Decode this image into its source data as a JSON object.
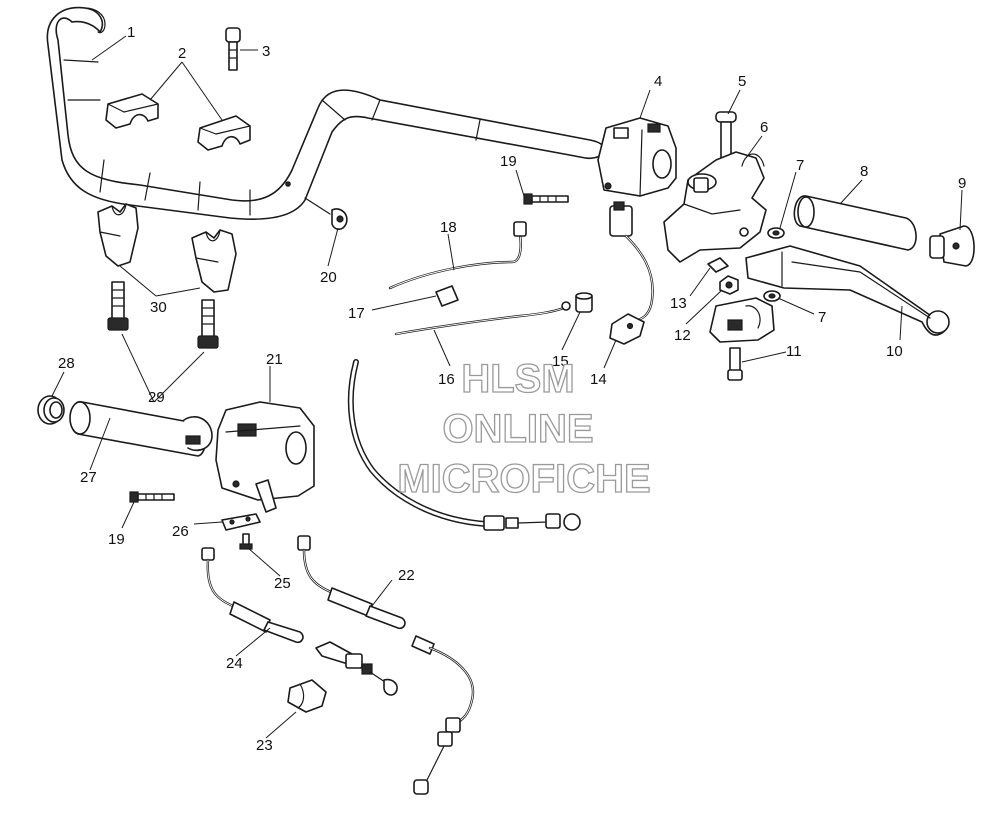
{
  "diagram": {
    "callouts": [
      {
        "id": "c1",
        "label": "1"
      },
      {
        "id": "c2",
        "label": "2"
      },
      {
        "id": "c3",
        "label": "3"
      },
      {
        "id": "c4",
        "label": "4"
      },
      {
        "id": "c5",
        "label": "5"
      },
      {
        "id": "c6",
        "label": "6"
      },
      {
        "id": "c7a",
        "label": "7"
      },
      {
        "id": "c7b",
        "label": "7"
      },
      {
        "id": "c8",
        "label": "8"
      },
      {
        "id": "c9",
        "label": "9"
      },
      {
        "id": "c10",
        "label": "10"
      },
      {
        "id": "c11",
        "label": "11"
      },
      {
        "id": "c12",
        "label": "12"
      },
      {
        "id": "c13",
        "label": "13"
      },
      {
        "id": "c14",
        "label": "14"
      },
      {
        "id": "c15",
        "label": "15"
      },
      {
        "id": "c16",
        "label": "16"
      },
      {
        "id": "c17",
        "label": "17"
      },
      {
        "id": "c18",
        "label": "18"
      },
      {
        "id": "c19a",
        "label": "19"
      },
      {
        "id": "c19b",
        "label": "19"
      },
      {
        "id": "c20",
        "label": "20"
      },
      {
        "id": "c21",
        "label": "21"
      },
      {
        "id": "c22",
        "label": "22"
      },
      {
        "id": "c23",
        "label": "23"
      },
      {
        "id": "c24",
        "label": "24"
      },
      {
        "id": "c25",
        "label": "25"
      },
      {
        "id": "c26",
        "label": "26"
      },
      {
        "id": "c27",
        "label": "27"
      },
      {
        "id": "c28",
        "label": "28"
      },
      {
        "id": "c29",
        "label": "29"
      },
      {
        "id": "c30",
        "label": "30"
      }
    ]
  },
  "watermark": {
    "line1": "HLSM",
    "line2": "ONLINE",
    "line3": "MICROFICHE"
  },
  "colors": {
    "line": "#1a1a1a",
    "background": "#ffffff",
    "watermark_outline": "#9a9a9a"
  }
}
